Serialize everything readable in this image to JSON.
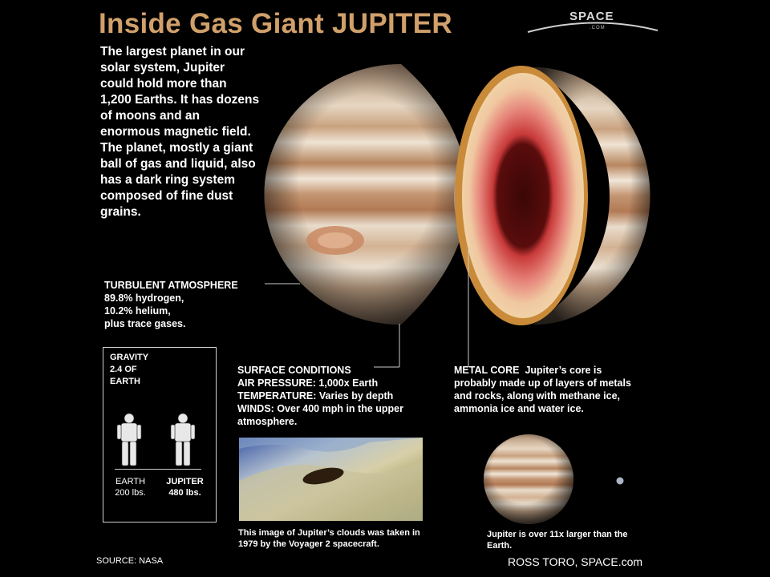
{
  "header": {
    "title": "Inside Gas Giant JUPITER",
    "logo_main": "SPACE",
    "logo_sub": ".COM"
  },
  "intro": "The largest planet in our solar system, Jupiter could hold more than 1,200 Earths. It has dozens of moons and an enormous magnetic field. The planet, mostly a giant ball of gas and liquid, also has a dark ring system composed of fine dust grains.",
  "atmosphere": {
    "heading": "TURBULENT ATMOSPHERE",
    "lines": [
      "89.8% hydrogen,",
      "10.2% helium,",
      "plus trace gases."
    ]
  },
  "gravity": {
    "heading_lines": [
      "GRAVITY",
      "2.4 OF",
      "EARTH"
    ],
    "earth_label": "EARTH",
    "earth_weight": "200 lbs.",
    "jupiter_label": "JUPITER",
    "jupiter_weight": "480 lbs."
  },
  "surface": {
    "heading": "SURFACE CONDITIONS",
    "air_label": "AIR PRESSURE:",
    "air_value": "1,000x Earth",
    "temp_label": "TEMPERATURE:",
    "temp_value": "Varies by depth",
    "winds_label": "WINDS:",
    "winds_value": "Over 400 mph in the upper atmosphere."
  },
  "core": {
    "heading": "METAL CORE",
    "text": "Jupiter’s core is probably made up of layers of metals and rocks, along with methane ice, ammonia ice and water ice."
  },
  "captions": {
    "clouds": "This image of Jupiter’s clouds was taken in 1979 by the Voyager 2 spacecraft.",
    "size": "Jupiter is over 11x larger than the Earth."
  },
  "footer": {
    "source": "SOURCE: NASA",
    "credit": "ROSS TORO, SPACE.com"
  },
  "colors": {
    "title": "#d1a06a",
    "background": "#000000",
    "text": "#ffffff"
  },
  "icons": [
    "astronaut-icon",
    "space-logo-icon"
  ]
}
